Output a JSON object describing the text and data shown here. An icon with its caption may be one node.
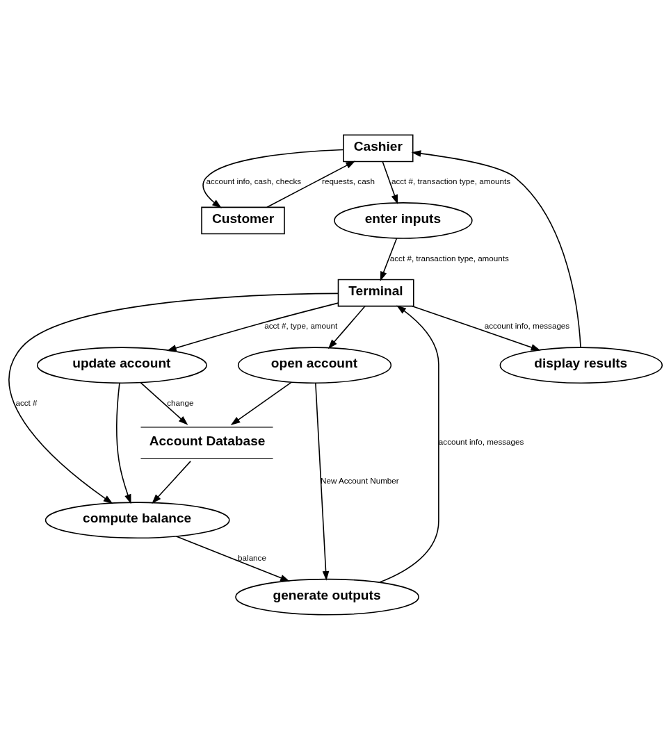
{
  "diagram": {
    "nodes": [
      {
        "text": [
          "Cashier"
        ]
      },
      {
        "text": [
          "Customer"
        ]
      },
      {
        "text": [
          "enter inputs"
        ]
      },
      {
        "text": [
          "display results"
        ]
      },
      {
        "text": [
          "Terminal"
        ]
      },
      {
        "text": [
          "generate outputs"
        ]
      },
      {
        "text": [
          "compute balance"
        ]
      },
      {
        "text": [
          "update account"
        ]
      },
      {
        "text": [
          "open account"
        ]
      },
      {
        "text": [
          "Account Database"
        ]
      }
    ],
    "edges": [
      {
        "from": 1,
        "to": 0,
        "arrow": "to",
        "label": "requests, cash"
      },
      {
        "from": 0,
        "to": 1,
        "arrow": "to",
        "label": "account info, cash, checks"
      },
      {
        "from": 0,
        "to": 2,
        "arrow": "to",
        "label": "acct #, transaction type, amounts"
      },
      {
        "from": 3,
        "to": 0,
        "arrow": "to"
      },
      {
        "from": 2,
        "to": 4,
        "arrow": "to",
        "label": "acct #, transaction type, amounts"
      },
      {
        "from": 4,
        "to": 3,
        "arrow": "to",
        "label": "account info, messages"
      },
      {
        "from": 5,
        "to": 4,
        "arrow": "to",
        "label": "account info, messages"
      },
      {
        "from": 4,
        "to": 6,
        "arrow": "to",
        "label": "acct #"
      },
      {
        "from": 4,
        "to": 7,
        "arrow": "to",
        "label": "acct #, type, amount"
      },
      {
        "from": 4,
        "to": 8,
        "arrow": "to"
      },
      {
        "from": 6,
        "to": 5,
        "arrow": "to",
        "label": "balance"
      },
      {
        "from": 7,
        "to": 6,
        "arrow": "to"
      },
      {
        "from": 7,
        "to": 9,
        "arrow": "to",
        "label": "change"
      },
      {
        "from": 9,
        "to": 6,
        "arrow": "to"
      },
      {
        "from": 8,
        "to": 9,
        "arrow": "to"
      },
      {
        "from": 8,
        "to": 5,
        "arrow": "to",
        "label": "New Account Number"
      }
    ]
  }
}
